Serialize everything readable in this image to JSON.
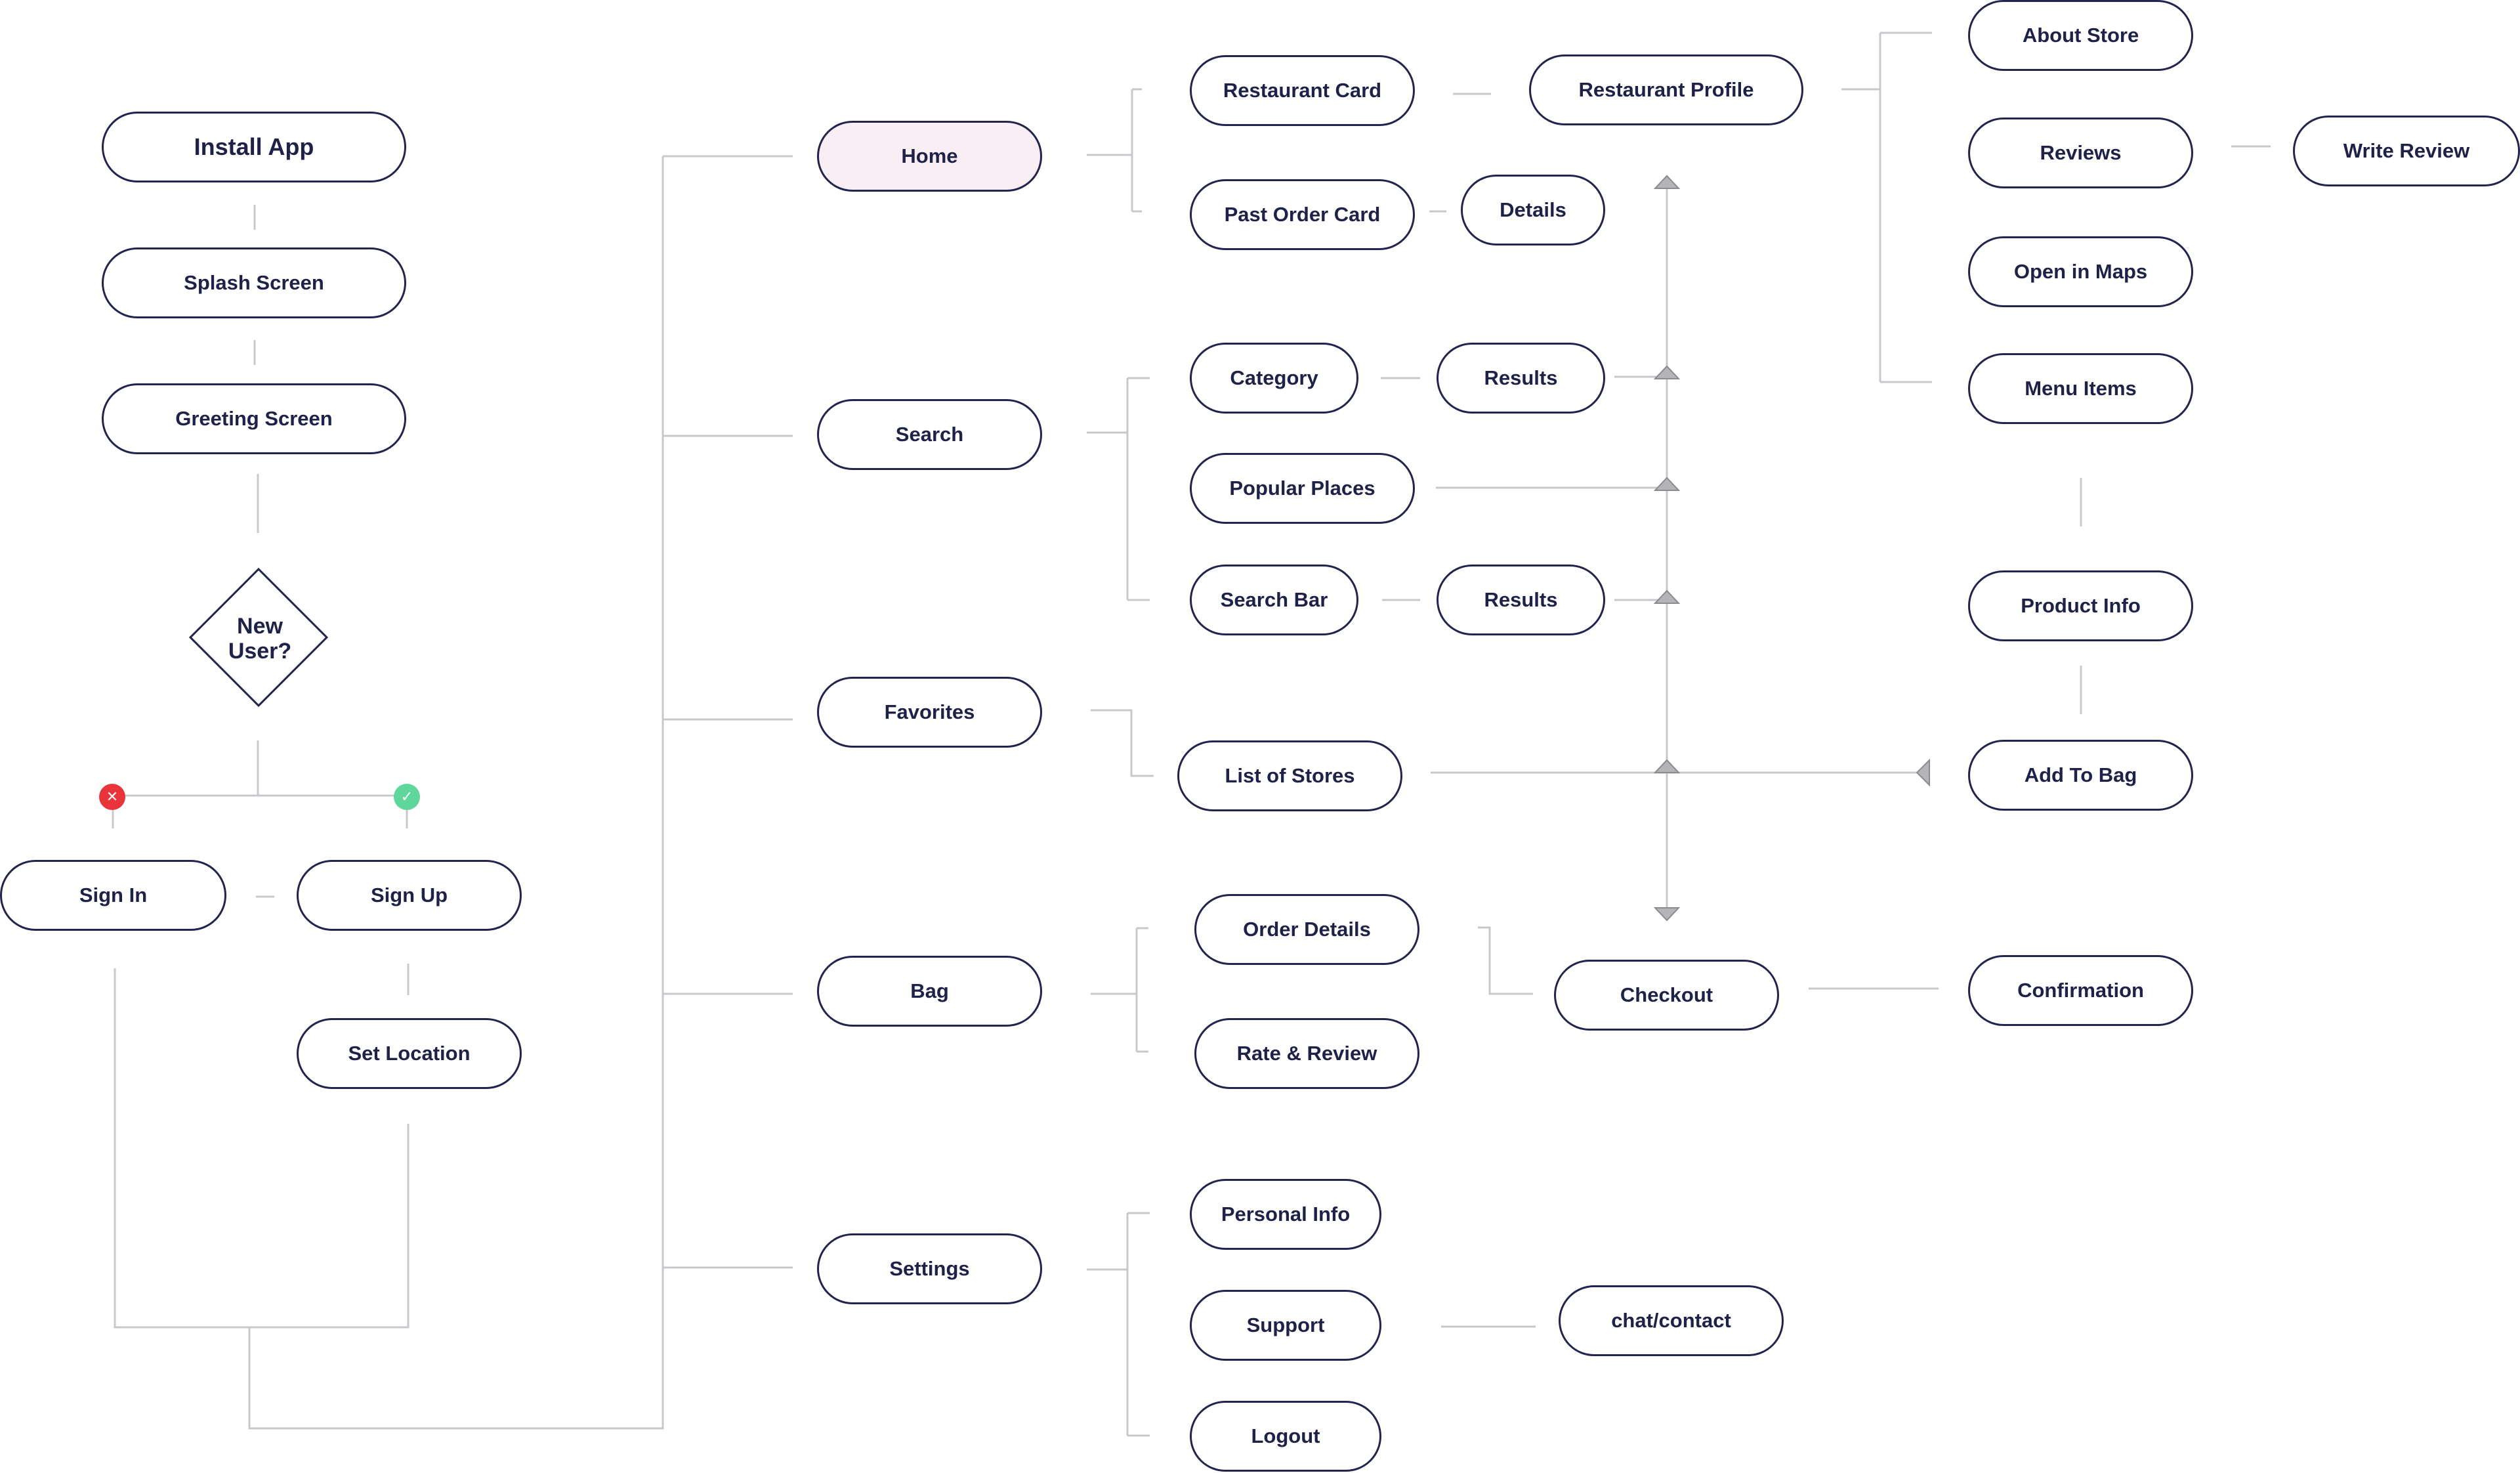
{
  "colors": {
    "node_border": "#23244d",
    "node_text": "#1e2148",
    "active_fill": "#f8eef3",
    "connector": "#c8c8cc",
    "arrow": "#a8a8ac",
    "no_badge": "#e8343a",
    "yes_badge": "#5fd69c"
  },
  "onboarding": {
    "install_app": "Install App",
    "splash_screen": "Splash Screen",
    "greeting_screen": "Greeting Screen",
    "decision": "New\nUser?",
    "no_icon": "close-icon",
    "yes_icon": "check-icon",
    "no_glyph": "✕",
    "yes_glyph": "✓",
    "sign_in": "Sign In",
    "sign_up": "Sign Up",
    "set_location": "Set Location"
  },
  "main_nav": {
    "home": "Home",
    "search": "Search",
    "favorites": "Favorites",
    "bag": "Bag",
    "settings": "Settings"
  },
  "home": {
    "restaurant_card": "Restaurant Card",
    "past_order_card": "Past Order Card",
    "details": "Details",
    "restaurant_profile": "Restaurant Profile"
  },
  "search": {
    "category": "Category",
    "category_results": "Results",
    "popular_places": "Popular Places",
    "search_bar": "Search Bar",
    "search_bar_results": "Results"
  },
  "favorites": {
    "list_of_stores": "List of Stores"
  },
  "bag": {
    "order_details": "Order Details",
    "rate_review": "Rate & Review",
    "checkout": "Checkout",
    "confirmation": "Confirmation"
  },
  "settings": {
    "personal_info": "Personal Info",
    "support": "Support",
    "chat_contact": "chat/contact",
    "logout": "Logout"
  },
  "store": {
    "about_store": "About Store",
    "reviews": "Reviews",
    "write_review": "Write Review",
    "open_in_maps": "Open in Maps",
    "menu_items": "Menu Items",
    "product_info": "Product Info",
    "add_to_bag": "Add To Bag"
  }
}
